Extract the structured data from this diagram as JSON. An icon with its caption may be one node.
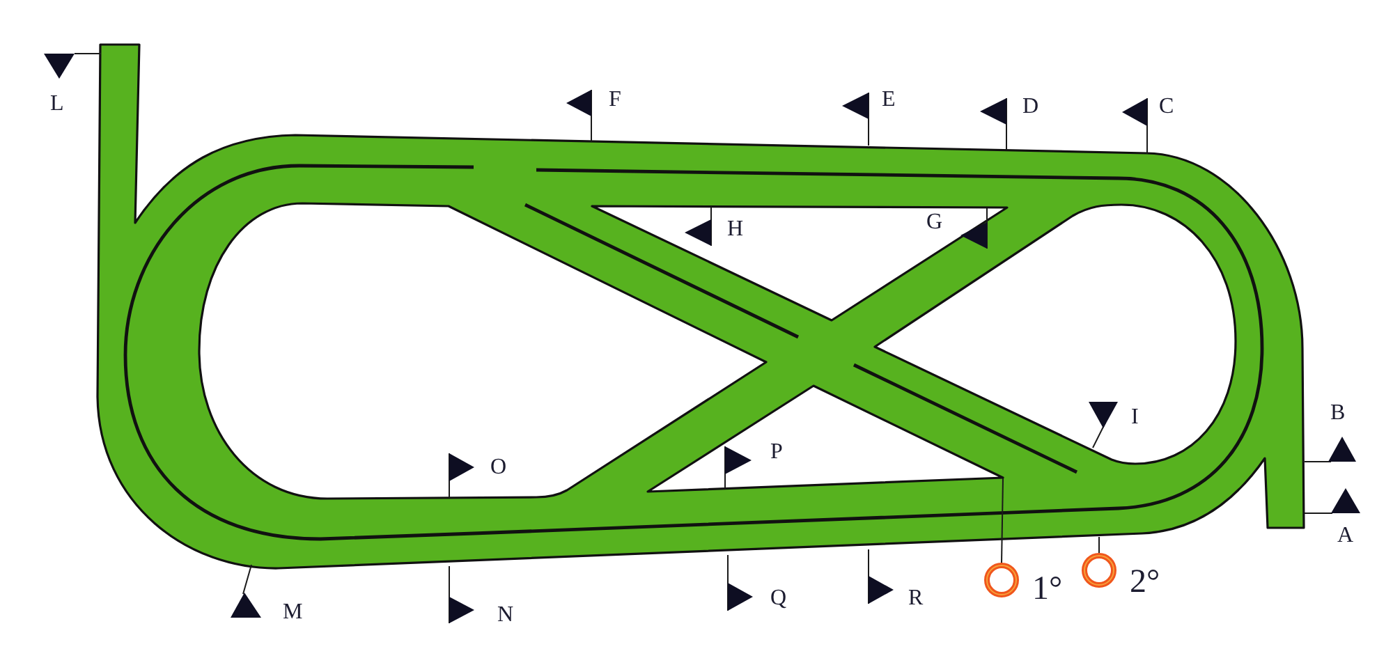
{
  "diagram": {
    "labels": [
      "L",
      "F",
      "E",
      "D",
      "C",
      "H",
      "G",
      "O",
      "P",
      "I",
      "B",
      "A",
      "M",
      "N",
      "Q",
      "R",
      "1°",
      "2°"
    ]
  }
}
